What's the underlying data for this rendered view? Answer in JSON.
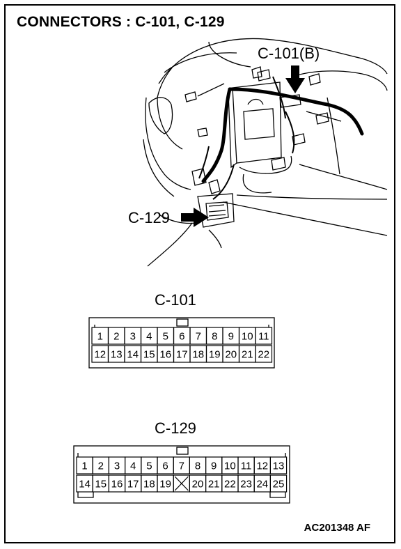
{
  "title": "CONNECTORS : C-101, C-129",
  "callouts": {
    "c101b": "C-101(B)",
    "c129": "C-129"
  },
  "connectors": {
    "c101": {
      "label": "C-101",
      "top_row": [
        "1",
        "2",
        "3",
        "4",
        "5",
        "6",
        "7",
        "8",
        "9",
        "10",
        "11"
      ],
      "bottom_row": [
        "12",
        "13",
        "14",
        "15",
        "16",
        "17",
        "18",
        "19",
        "20",
        "21",
        "22"
      ]
    },
    "c129": {
      "label": "C-129",
      "top_row": [
        "1",
        "2",
        "3",
        "4",
        "5",
        "6",
        "7",
        "8",
        "9",
        "10",
        "11",
        "12",
        "13"
      ],
      "bottom_row": [
        "14",
        "15",
        "16",
        "17",
        "18",
        "19",
        "",
        "20",
        "21",
        "22",
        "23",
        "24",
        "25"
      ]
    }
  },
  "figure_code": "AC201348 AF"
}
